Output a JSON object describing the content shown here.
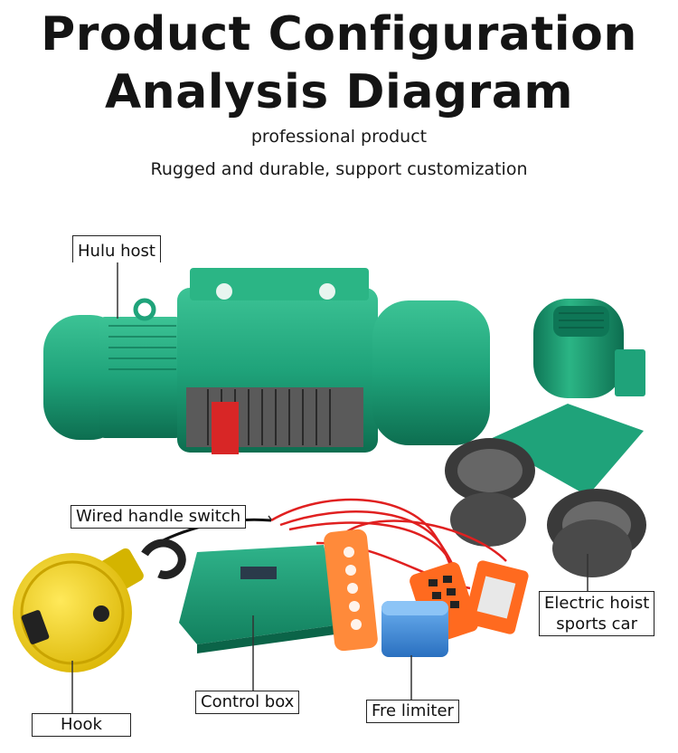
{
  "header": {
    "title_line1": "Product Configuration",
    "title_line2": "Analysis Diagram",
    "subtitle1": "professional product",
    "subtitle2": "Rugged and durable, support customization"
  },
  "labels": {
    "hulu_host": "Hulu host",
    "wired_handle_switch": "Wired handle switch",
    "electric_line1": "Electric hoist",
    "electric_line2": "sports car",
    "control_box": "Control box",
    "fre_limiter": "Fre limiter",
    "hook": "Hook"
  },
  "colors": {
    "body_green": "#1fa37a",
    "hook_yellow": "#f2d21b",
    "remote_orange": "#ff6a1f",
    "limiter_blue": "#3a8ee0",
    "cable_red": "#e02020"
  }
}
